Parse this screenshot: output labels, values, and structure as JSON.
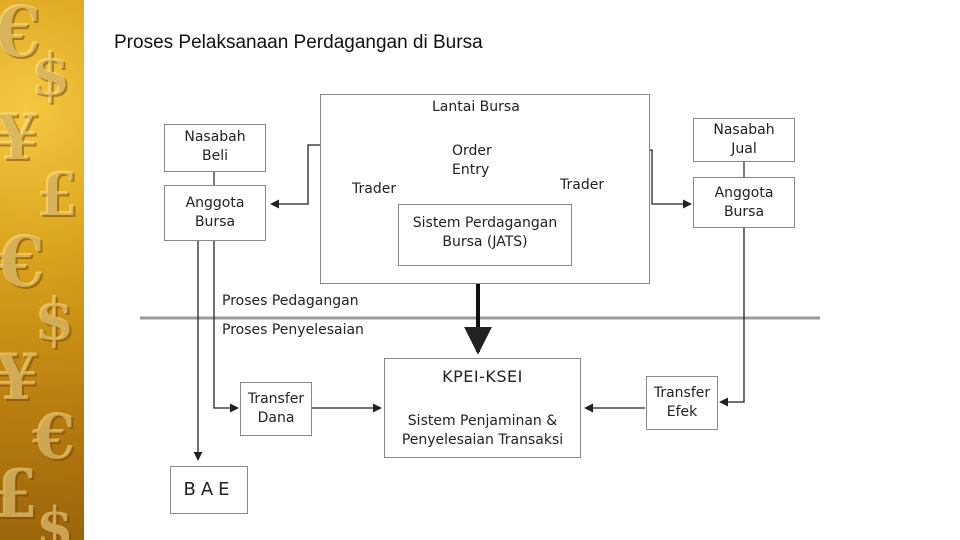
{
  "slide": {
    "title": "Proses Pelaksanaan Perdagangan di Bursa"
  },
  "decoration": {
    "glyphs": [
      "€",
      "$",
      "¥",
      "£",
      "€",
      "$",
      "¥",
      "€",
      "£",
      "$"
    ]
  },
  "diagram": {
    "lantai_bursa": "Lantai Bursa",
    "trader_left": "Trader",
    "trader_right": "Trader",
    "order_entry": [
      "Order",
      "Entry"
    ],
    "jats": [
      "Sistem Perdagangan",
      "Bursa (JATS)"
    ],
    "nasabah_beli": [
      "Nasabah",
      "Beli"
    ],
    "anggota_bursa_left": [
      "Anggota",
      "Bursa"
    ],
    "nasabah_jual": [
      "Nasabah",
      "Jual"
    ],
    "anggota_bursa_right": [
      "Anggota",
      "Bursa"
    ],
    "proses_pedagangan": "Proses Pedagangan",
    "proses_penyelesaian": "Proses Penyelesaian",
    "kpei_title": "KPEI-KSEI",
    "kpei_sub": [
      "Sistem Penjaminan &",
      "Penyelesaian Transaksi"
    ],
    "transfer_dana": [
      "Transfer",
      "Dana"
    ],
    "transfer_efek": [
      "Transfer",
      "Efek"
    ],
    "bae": "BAE"
  }
}
